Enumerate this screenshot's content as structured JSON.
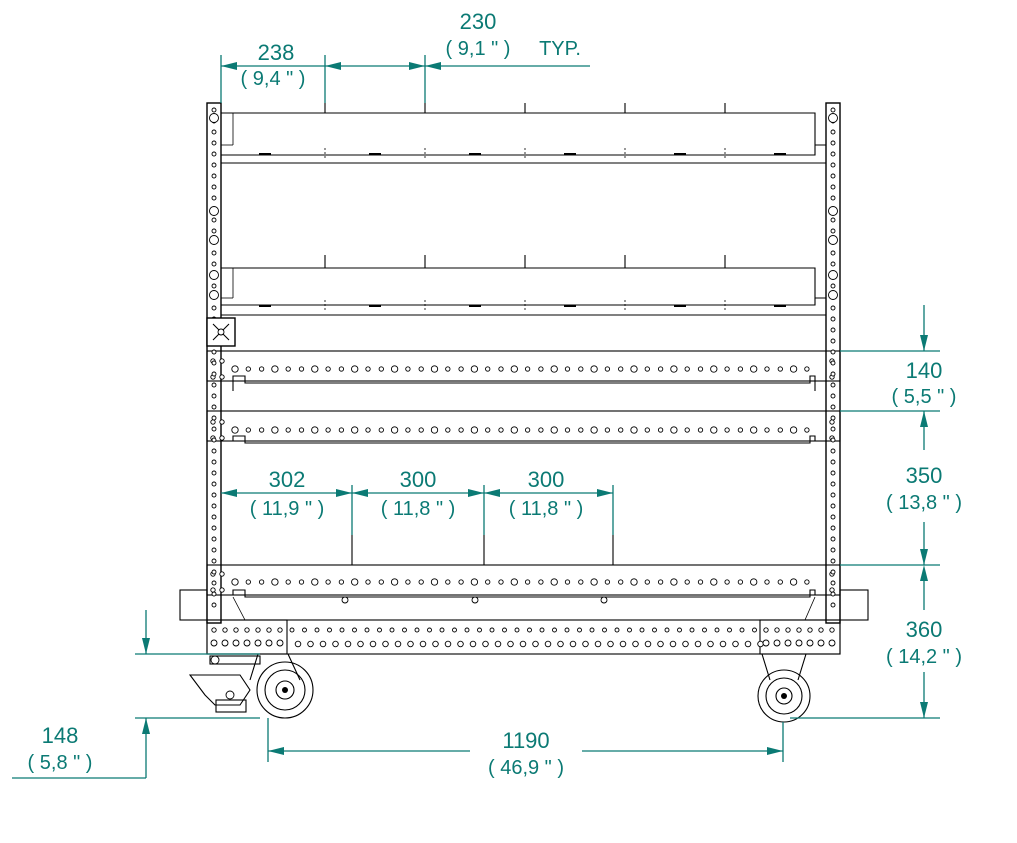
{
  "dimensions": {
    "top_first": {
      "mm": "238",
      "inch": "( 9,4 \" )"
    },
    "top_typ": {
      "mm": "230",
      "inch": "( 9,1 \" )",
      "suffix": "TYP."
    },
    "mid_first": {
      "mm": "302",
      "inch": "( 11,9 \" )"
    },
    "mid_second": {
      "mm": "300",
      "inch": "( 11,8 \" )"
    },
    "mid_third": {
      "mm": "300",
      "inch": "( 11,8 \" )"
    },
    "right_top": {
      "mm": "140",
      "inch": "( 5,5 \" )"
    },
    "right_mid": {
      "mm": "350",
      "inch": "( 13,8 \" )"
    },
    "right_bottom": {
      "mm": "360",
      "inch": "( 14,2 \" )"
    },
    "left_height": {
      "mm": "148",
      "inch": "( 5,8 \" )"
    },
    "wheelbase": {
      "mm": "1190",
      "inch": "( 46,9 \" )"
    }
  },
  "colors": {
    "dimension": "#0b7a74",
    "outline": "#000000"
  }
}
